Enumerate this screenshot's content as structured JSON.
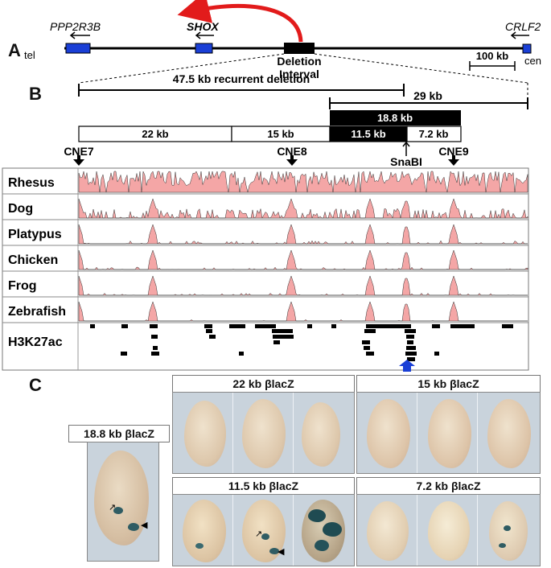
{
  "panels": {
    "a": "A",
    "b": "B",
    "c": "C"
  },
  "panel_a": {
    "genes": {
      "left": "PPP2R3B",
      "middle": "SHOX",
      "right": "CRLF2"
    },
    "tel": "tel",
    "cen": "cen",
    "deletion_line1": "Deletion",
    "deletion_line2": "Interval",
    "scalebar": "100 kb",
    "colors": {
      "gene": "#1a3fd6",
      "arrow": "#e21b1b"
    }
  },
  "panel_b": {
    "recurrent_deletion": "47.5 kb recurrent deletion",
    "span_29": "29 kb",
    "span_18_8": "18.8 kb",
    "seg_22": "22 kb",
    "seg_15": "15 kb",
    "seg_11_5": "11.5 kb",
    "seg_7_2": "7.2 kb",
    "cne7": "CNE7",
    "cne8": "CNE8",
    "snabi": "SnaBI",
    "cne9": "CNE9",
    "tracks": [
      "Rhesus",
      "Dog",
      "Platypus",
      "Chicken",
      "Frog",
      "Zebrafish"
    ],
    "h3k27ac": "H3K27ac",
    "colors": {
      "conservation": "#f4a6a6",
      "marker": "#1a3fd6"
    }
  },
  "panel_c": {
    "t18_8": "18.8 kb βlacZ",
    "t22": "22 kb βlacZ",
    "t15": "15 kb βlacZ",
    "t11_5": "11.5 kb βlacZ",
    "t7_2": "7.2 kb βlacZ"
  }
}
